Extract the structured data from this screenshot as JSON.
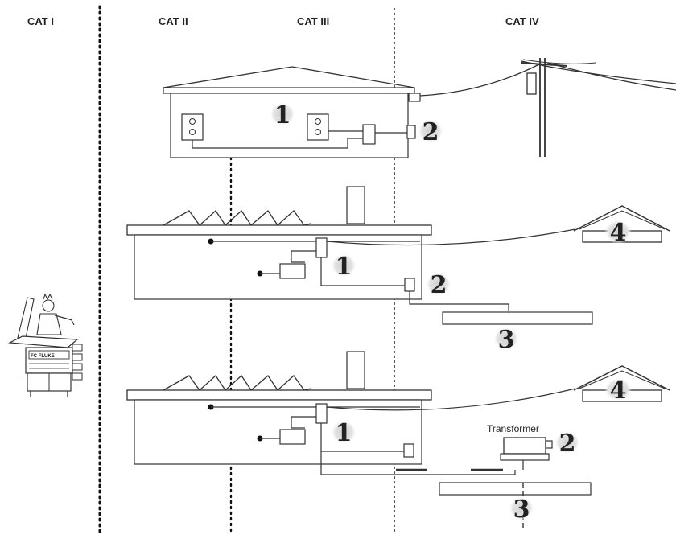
{
  "categories": [
    {
      "id": "cat1",
      "label": "CAT I"
    },
    {
      "id": "cat2",
      "label": "CAT II"
    },
    {
      "id": "cat3",
      "label": "CAT III"
    },
    {
      "id": "cat4",
      "label": "CAT IV"
    }
  ],
  "row1": {
    "label_indoor": "1",
    "label_service": "2"
  },
  "row2": {
    "label_indoor": "1",
    "label_service": "2",
    "label_ground": "3",
    "label_outbuilding": "4"
  },
  "row3": {
    "label_indoor": "1",
    "label_transformer": "2",
    "label_ground": "3",
    "label_outbuilding": "4",
    "transformer_label": "Transformer"
  },
  "meter_brand": "FC FLUKE"
}
